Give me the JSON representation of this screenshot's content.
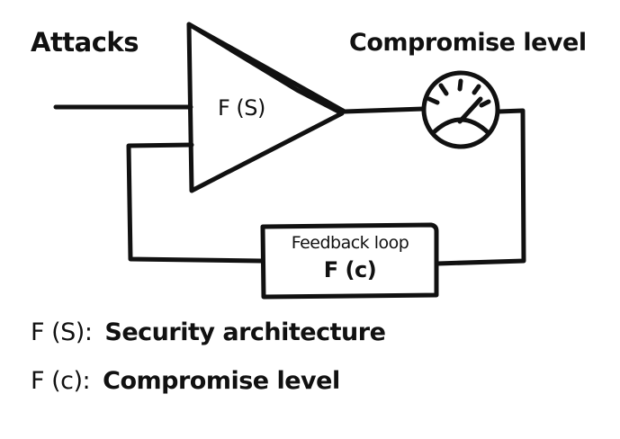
{
  "diagram": {
    "input_label": "Attacks",
    "output_label": "Compromise level",
    "amplifier": {
      "label": "F (S)"
    },
    "feedback_box": {
      "title": "Feedback loop",
      "function": "F (c)"
    },
    "meter": {
      "icon": "gauge-icon",
      "needle_reading": "high"
    },
    "legend": [
      {
        "key": "F (S):",
        "description": "Security architecture"
      },
      {
        "key": "F (c):",
        "description": "Compromise level"
      }
    ],
    "colors": {
      "ink": "#111111",
      "background": "#ffffff"
    }
  }
}
